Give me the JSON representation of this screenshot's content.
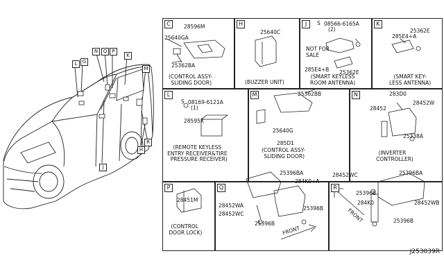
{
  "diagram_id": "J253039R",
  "car_callouts": [
    "L",
    "G",
    "N",
    "Q",
    "P",
    "K",
    "M",
    "J",
    "H",
    "R"
  ],
  "panels": {
    "C": {
      "letter": "C",
      "parts": [
        "28596M",
        "25640GA",
        "25362BA"
      ],
      "caption": "(CONTROL ASSY-\n SLIDING DOOR)"
    },
    "H": {
      "letter": "H",
      "parts": [
        "25640C"
      ],
      "caption": "(BUZZER UNIT)"
    },
    "J": {
      "letter": "J",
      "parts": [
        "08566-6165A",
        "(2)",
        "285E4+B",
        "25362E"
      ],
      "note": "NOT FOR\nSALE",
      "screw_symbol": "S",
      "caption": "(SMART KEYLESS\nROOM ANTENNA)"
    },
    "K": {
      "letter": "K",
      "parts": [
        "25362E",
        "285E4+A"
      ],
      "caption": "(SMART KEY-\nLESS ANTENNA)"
    },
    "L": {
      "letter": "L",
      "parts": [
        "08169-6121A",
        "(1)",
        "28595X"
      ],
      "screw_symbol": "S",
      "caption": "(REMOTE KEYLESS\nENTRY RECEIVER&TIRE\n  PRESSURE RECEIVER)"
    },
    "M": {
      "letter": "M",
      "parts": [
        "25362BB",
        "25640G",
        "285D1"
      ],
      "caption": "(CONTROL ASSY-\n SLIDING DOOR)"
    },
    "N": {
      "letter": "N",
      "parts": [
        "283D0",
        "28452",
        "28452W",
        "25338A"
      ],
      "caption": "(INVERTER\n   CONTROLLER)"
    },
    "P": {
      "letter": "P",
      "parts": [
        "28451M"
      ],
      "caption": "(CONTROL\n DOOR LOCK)"
    },
    "Q": {
      "letter": "Q",
      "parts": [
        "25396BA",
        "284K0+A",
        "25396B",
        "28452WA",
        "28452WC",
        "25396B"
      ],
      "front": "FRONT"
    },
    "R": {
      "letter": "R",
      "parts": [
        "28452WC",
        "25396BA",
        "25396B",
        "284K0",
        "28452WB",
        "25396B"
      ],
      "front": "FRONT"
    }
  }
}
